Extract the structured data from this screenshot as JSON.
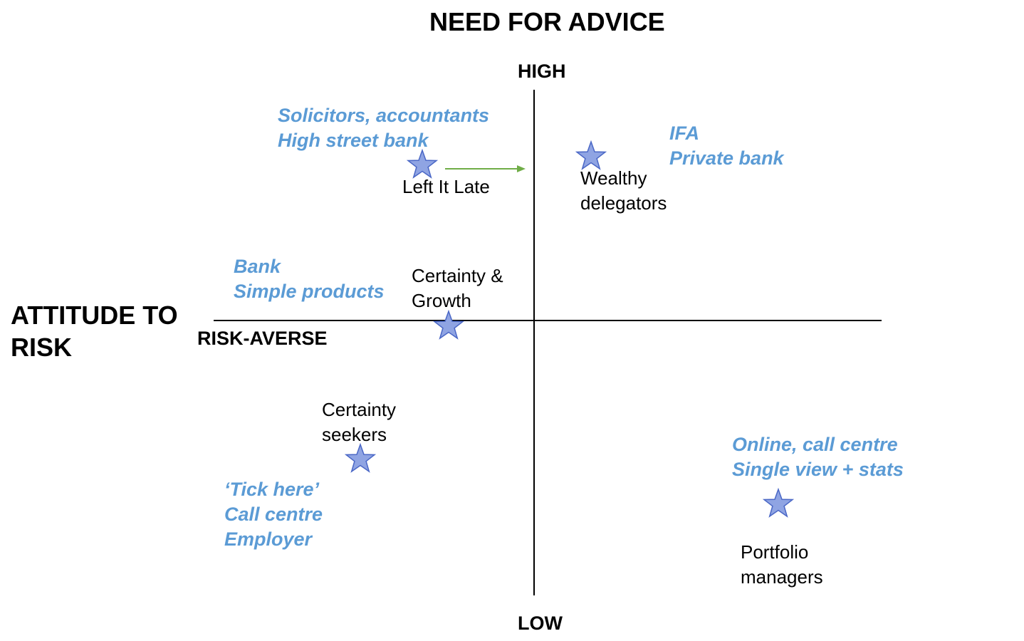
{
  "title": "NEED FOR ADVICE",
  "axis": {
    "top_label": "HIGH",
    "bottom_label": "LOW",
    "left_title": [
      "ATTITUDE TO",
      "RISK"
    ],
    "left_label": "RISK-AVERSE"
  },
  "colors": {
    "channel_text": "#5b9bd5",
    "star_fill": "#8fa4e3",
    "star_stroke": "#4a67c6",
    "arrow": "#70ad47",
    "axis_line": "#000000"
  },
  "segments": [
    {
      "id": "left-it-late",
      "lines": [
        "Left It Late"
      ],
      "icon": "star-icon"
    },
    {
      "id": "wealthy-delegators",
      "lines": [
        "Wealthy",
        "delegators"
      ],
      "icon": "star-icon"
    },
    {
      "id": "certainty-growth",
      "lines": [
        "Certainty &",
        "Growth"
      ],
      "icon": "star-icon"
    },
    {
      "id": "certainty-seekers",
      "lines": [
        "Certainty",
        "seekers"
      ],
      "icon": "star-icon"
    },
    {
      "id": "portfolio-managers",
      "lines": [
        "Portfolio",
        "managers"
      ],
      "icon": "star-icon"
    }
  ],
  "channels": [
    {
      "id": "solicitors",
      "lines": [
        "Solicitors, accountants",
        "High street bank"
      ]
    },
    {
      "id": "ifa",
      "lines": [
        "IFA",
        "Private bank"
      ]
    },
    {
      "id": "bank",
      "lines": [
        "Bank",
        "Simple products"
      ]
    },
    {
      "id": "tick-here",
      "lines": [
        "‘Tick here’",
        "Call centre",
        "Employer"
      ]
    },
    {
      "id": "online",
      "lines": [
        "Online, call centre",
        "Single view + stats"
      ]
    }
  ],
  "arrow_icon": "arrow-right-icon"
}
